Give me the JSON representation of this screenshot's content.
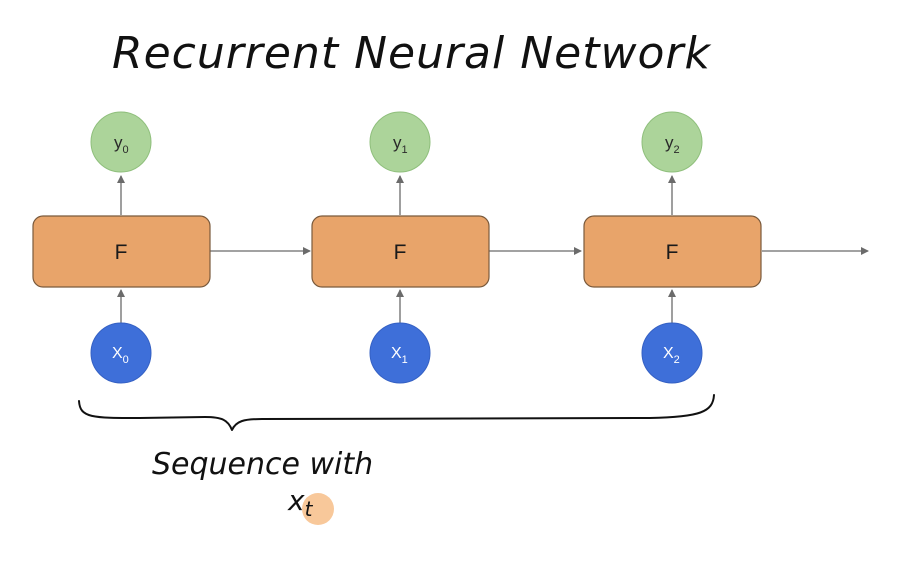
{
  "title": "Recurrent Neural Network",
  "note_line1": "Sequence with",
  "note_symbol": "x",
  "note_subscript": "t",
  "highlight_color": "#f7c28f",
  "colors": {
    "box_fill": "#e8a46a",
    "box_stroke": "#7a5a3c",
    "output_fill": "#acd49a",
    "output_stroke": "#8fbf7c",
    "input_fill": "#3e6fd9",
    "input_stroke": "#3561c4",
    "arrow": "#6b6b6b",
    "ink": "#111111"
  },
  "cells": [
    {
      "function_label": "F",
      "output_label": "y",
      "output_sub": "0",
      "input_label": "X",
      "input_sub": "0"
    },
    {
      "function_label": "F",
      "output_label": "y",
      "output_sub": "1",
      "input_label": "X",
      "input_sub": "1"
    },
    {
      "function_label": "F",
      "output_label": "y",
      "output_sub": "2",
      "input_label": "X",
      "input_sub": "2"
    }
  ]
}
